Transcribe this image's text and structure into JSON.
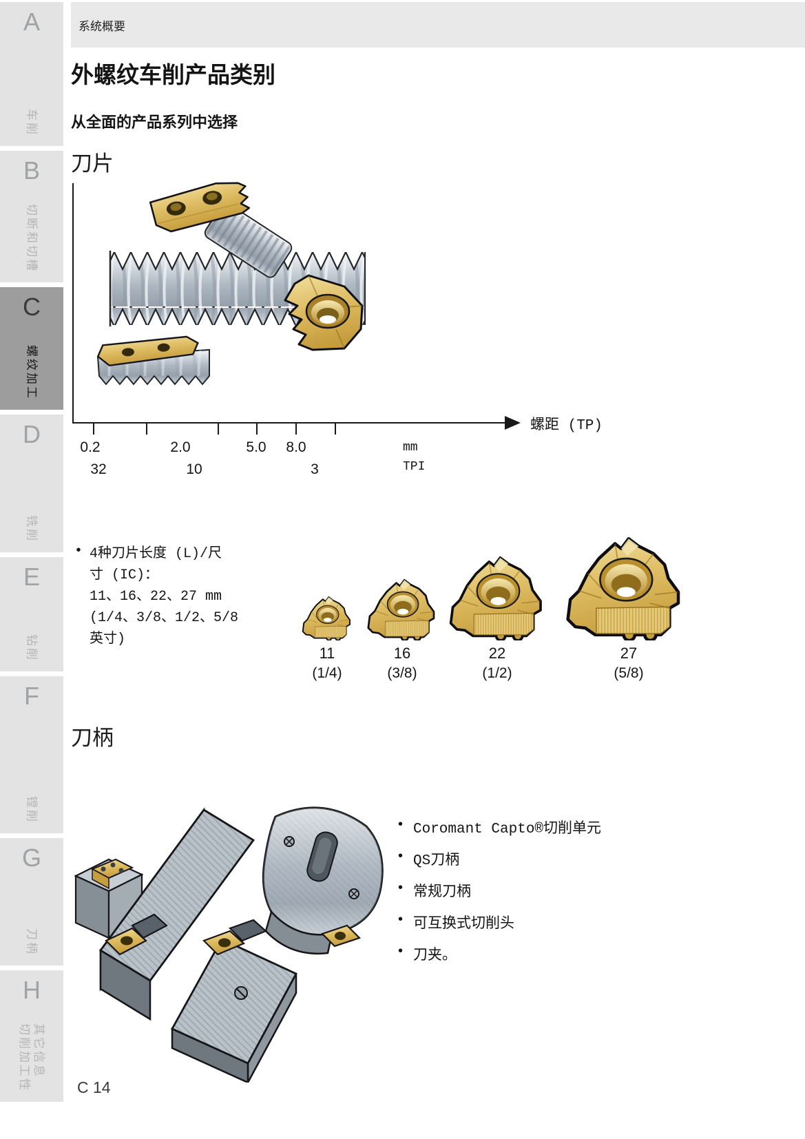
{
  "header": {
    "section_label": "系统概要"
  },
  "sidebar": {
    "tabs": [
      {
        "letter": "A",
        "label": "车削",
        "active": false
      },
      {
        "letter": "B",
        "label": "切断和切槽",
        "active": false
      },
      {
        "letter": "C",
        "label": "螺纹加工",
        "active": true
      },
      {
        "letter": "D",
        "label": "铣削",
        "active": false
      },
      {
        "letter": "E",
        "label": "钻削",
        "active": false
      },
      {
        "letter": "F",
        "label": "镗削",
        "active": false
      },
      {
        "letter": "G",
        "label": "刀柄",
        "active": false
      },
      {
        "letter": "H",
        "label": "切削加工性\n其它信息",
        "active": false
      }
    ]
  },
  "content": {
    "title": "外螺纹车削产品类别",
    "subtitle": "从全面的产品系列中选择",
    "inserts": {
      "heading": "刀片",
      "feature_bullet": "4种刀片长度 (L)/尺\n寸 (IC)：\n11、16、22、27 mm\n(1/4、3/8、1/2、5/8\n英寸)",
      "bullet_char": "•",
      "sizes": [
        {
          "mm": "11",
          "inch": "(1/4)"
        },
        {
          "mm": "16",
          "inch": "(3/8)"
        },
        {
          "mm": "22",
          "inch": "(1/2)"
        },
        {
          "mm": "27",
          "inch": "(5/8)"
        }
      ]
    },
    "pitch_axis": {
      "title": "螺距 (TP)",
      "mm_values": [
        "0.2",
        "2.0",
        "5.0",
        "8.0"
      ],
      "mm_unit": "mm",
      "tpi_values": [
        "32",
        "10",
        "3"
      ],
      "tpi_unit": "TPI"
    },
    "toolholders": {
      "heading": "刀柄",
      "bullets": [
        "Coromant Capto®切削单元",
        "QS刀柄",
        "常规刀柄",
        "可互换式切削头",
        "刀夹。"
      ]
    }
  },
  "footer": {
    "page_number": "C 14"
  },
  "colors": {
    "tab_inactive_bg": "#e3e3e3",
    "tab_active_bg": "#9d9d9d",
    "header_bar_bg": "#e9e9e9",
    "insert_gold": "#debc62",
    "metal_gray": "#aeb8c2"
  }
}
